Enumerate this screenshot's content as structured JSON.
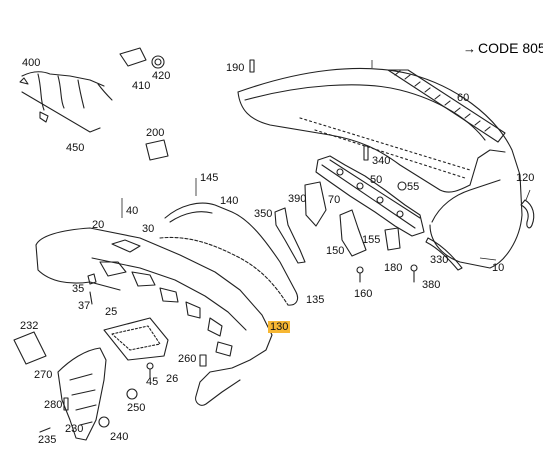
{
  "code_note": {
    "arrow": "→",
    "text": "CODE 805"
  },
  "parts": {
    "p10": "10",
    "p20": "20",
    "p25": "25",
    "p26": "26",
    "p30": "30",
    "p35": "35",
    "p37": "37",
    "p40": "40",
    "p45": "45",
    "p50": "50",
    "p55": "55",
    "p60": "60",
    "p70": "70",
    "p120": "120",
    "p130": "130",
    "p135": "135",
    "p140": "140",
    "p145": "145",
    "p150": "150",
    "p155": "155",
    "p160": "160",
    "p180": "180",
    "p190": "190",
    "p200": "200",
    "p230": "230",
    "p232": "232",
    "p235": "235",
    "p240": "240",
    "p250": "250",
    "p260": "260",
    "p270": "270",
    "p280": "280",
    "p330": "330",
    "p340": "340",
    "p350": "350",
    "p380": "380",
    "p390": "390",
    "p400": "400",
    "p410": "410",
    "p420": "420",
    "p450": "450"
  },
  "highlight_color": "#f7b733"
}
